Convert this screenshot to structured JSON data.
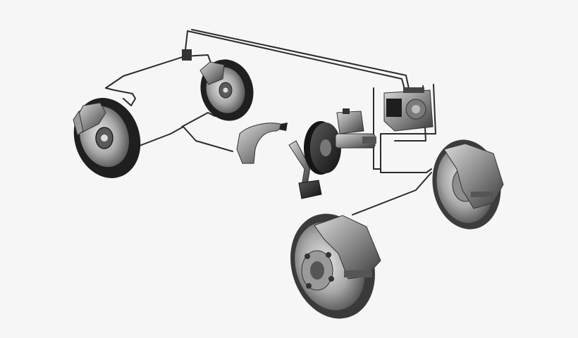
{
  "canvas": {
    "background": "#f6f6f6"
  },
  "palette": {
    "line": "#2b2b2b",
    "metal_dark": "#1f1f1f",
    "metal_mid": "#6a6a6a",
    "metal_light": "#b9b9b9",
    "highlight": "#e6e6e6"
  },
  "components": [
    {
      "name": "rear-left-drum-brake",
      "icon": "drum-brake-icon"
    },
    {
      "name": "rear-right-drum-brake",
      "icon": "drum-brake-icon"
    },
    {
      "name": "parking-brake-lever",
      "icon": "lever-icon"
    },
    {
      "name": "brake-pedal",
      "icon": "pedal-icon"
    },
    {
      "name": "brake-booster",
      "icon": "booster-icon"
    },
    {
      "name": "master-cylinder",
      "icon": "cylinder-icon"
    },
    {
      "name": "abs-modulator",
      "icon": "abs-unit-icon"
    },
    {
      "name": "front-right-disc-brake",
      "icon": "disc-brake-icon"
    },
    {
      "name": "front-left-disc-brake",
      "icon": "disc-brake-icon"
    }
  ]
}
